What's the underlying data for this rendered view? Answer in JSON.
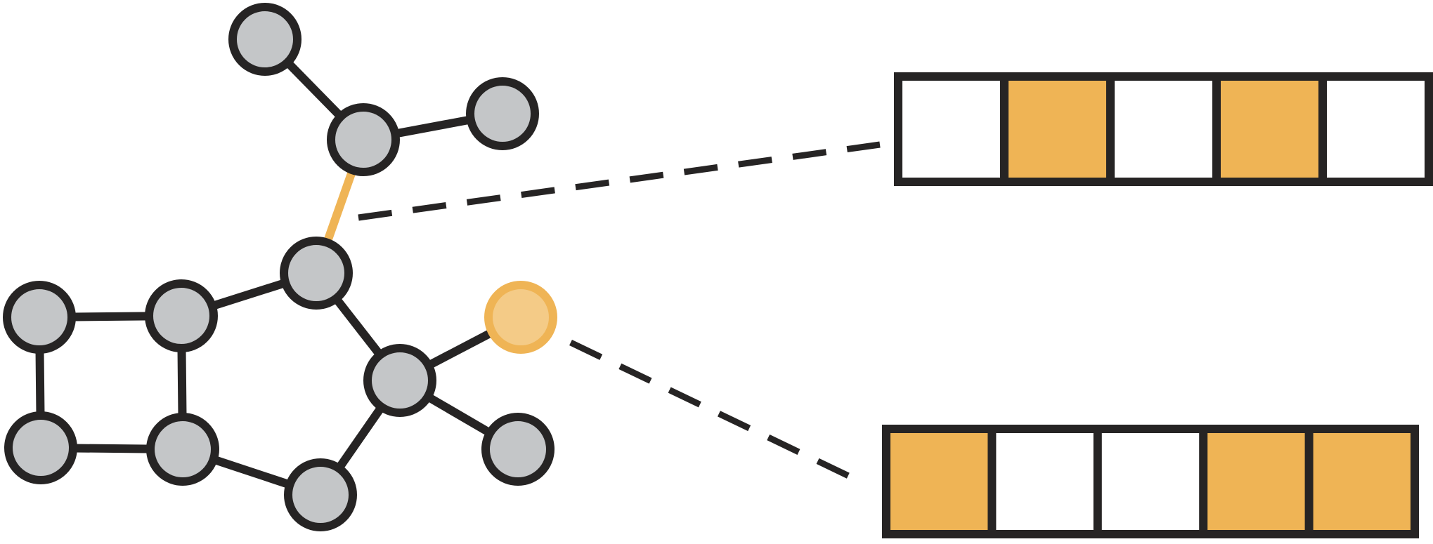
{
  "colors": {
    "outline": "#262424",
    "node_fill": "#c4c6c8",
    "accent": "#efb455",
    "accent_light": "#f4cb87",
    "cell_empty": "#ffffff"
  },
  "graph": {
    "nodes": [
      {
        "id": "n1",
        "role": "atom"
      },
      {
        "id": "n2",
        "role": "atom"
      },
      {
        "id": "n3",
        "role": "atom"
      },
      {
        "id": "n4",
        "role": "atom"
      },
      {
        "id": "n5",
        "role": "atom"
      },
      {
        "id": "n6",
        "role": "atom"
      },
      {
        "id": "n7",
        "role": "atom"
      },
      {
        "id": "n8",
        "role": "atom"
      },
      {
        "id": "n9",
        "role": "atom"
      },
      {
        "id": "n10",
        "role": "atom"
      },
      {
        "id": "n11",
        "role": "atom"
      },
      {
        "id": "n12",
        "role": "highlighted-atom"
      }
    ],
    "edges": [
      {
        "from": "n1",
        "to": "n2",
        "highlighted": false
      },
      {
        "from": "n2",
        "to": "n3",
        "highlighted": false
      },
      {
        "from": "n2",
        "to": "n4",
        "highlighted": true
      },
      {
        "from": "n4",
        "to": "n5",
        "highlighted": false
      },
      {
        "from": "n4",
        "to": "n6",
        "highlighted": false
      },
      {
        "from": "n5",
        "to": "n7",
        "highlighted": false
      },
      {
        "from": "n5",
        "to": "n8",
        "highlighted": false
      },
      {
        "from": "n7",
        "to": "n9",
        "highlighted": false
      },
      {
        "from": "n8",
        "to": "n9",
        "highlighted": false
      },
      {
        "from": "n8",
        "to": "n10",
        "highlighted": false
      },
      {
        "from": "n10",
        "to": "n6",
        "highlighted": false
      },
      {
        "from": "n6",
        "to": "n12",
        "highlighted": false
      },
      {
        "from": "n6",
        "to": "n11",
        "highlighted": false
      }
    ]
  },
  "feature_vectors": [
    {
      "name": "edge-feature-vector",
      "cells": [
        0,
        1,
        0,
        1,
        0
      ]
    },
    {
      "name": "node-feature-vector",
      "cells": [
        1,
        0,
        0,
        1,
        1
      ]
    }
  ]
}
